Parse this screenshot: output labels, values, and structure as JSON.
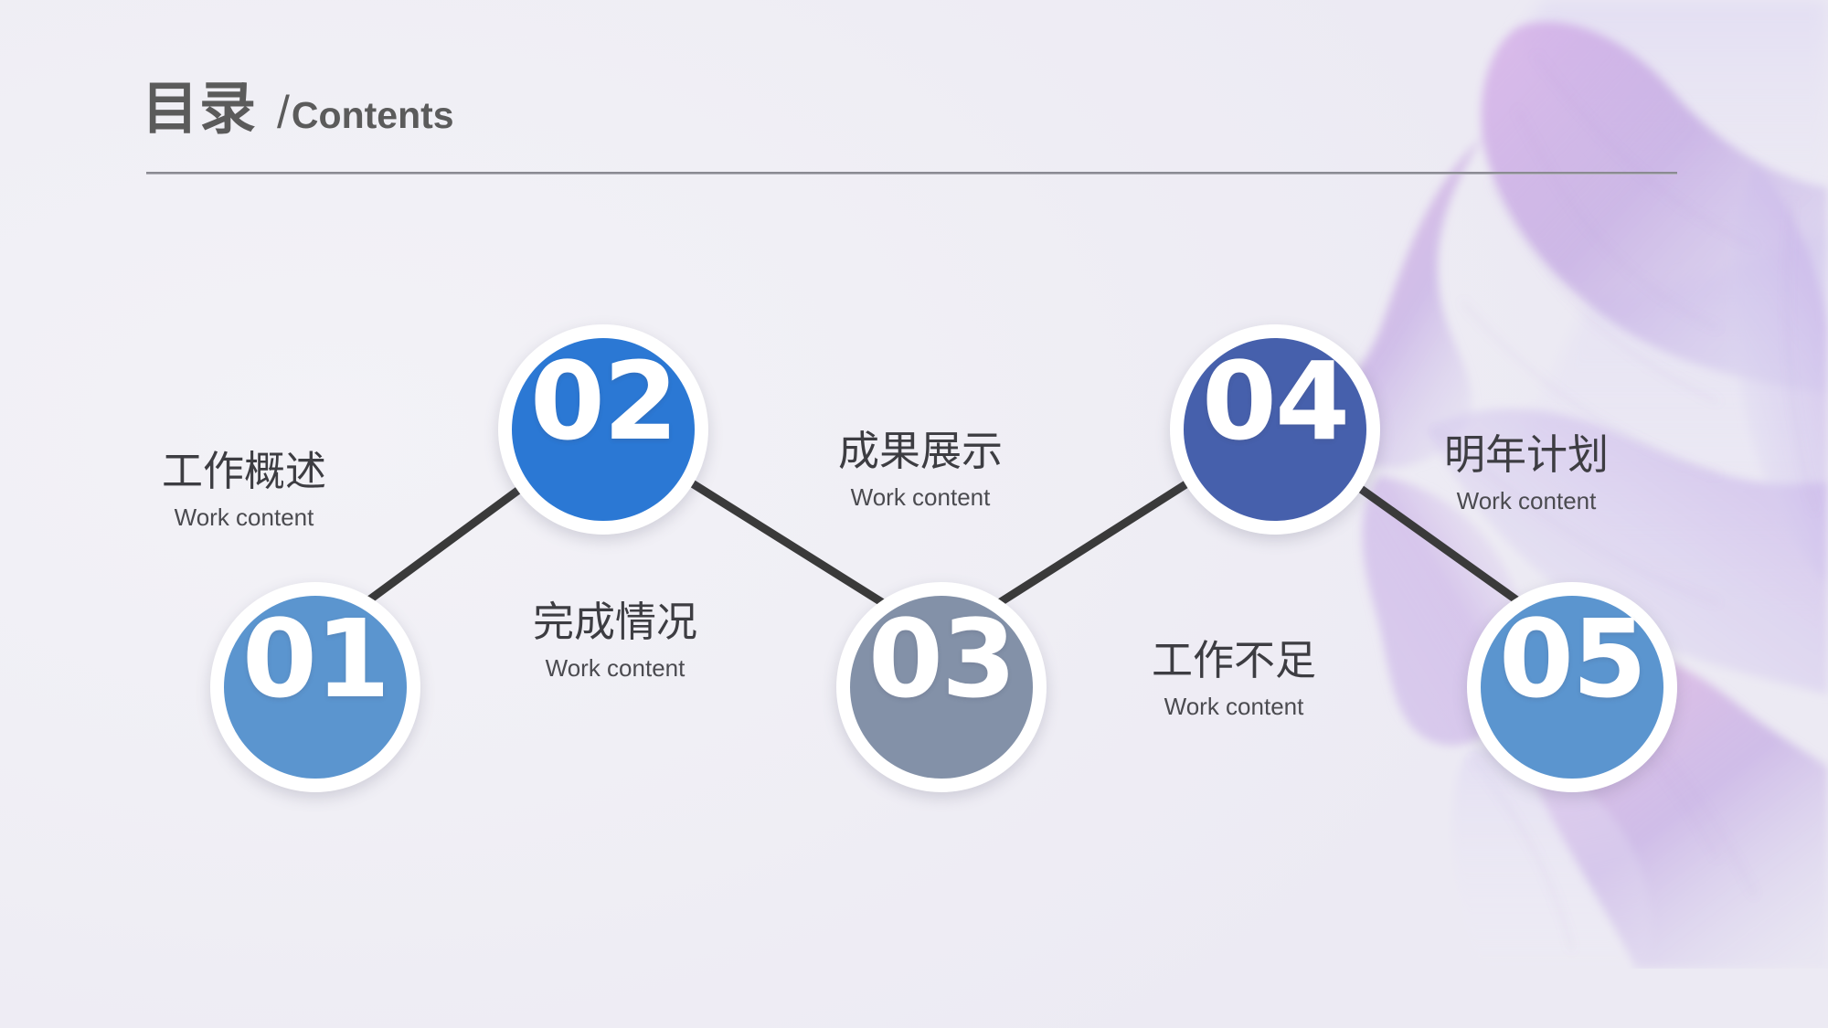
{
  "slide": {
    "background_color": "#f0eff5",
    "accent_line_color": "#8a8a92"
  },
  "header": {
    "title_cn": "目录",
    "separator": "/",
    "title_en": "Contents"
  },
  "items": [
    {
      "number": "01",
      "label_cn": "工作概述",
      "label_en": "Work content",
      "color": "#5b95cf"
    },
    {
      "number": "02",
      "label_cn": "完成情况",
      "label_en": "Work content",
      "color": "#2b78d4"
    },
    {
      "number": "03",
      "label_cn": "成果展示",
      "label_en": "Work content",
      "color": "#8391a8"
    },
    {
      "number": "04",
      "label_cn": "工作不足",
      "label_en": "Work content",
      "color": "#4660ac"
    },
    {
      "number": "05",
      "label_cn": "明年计划",
      "label_en": "Work content",
      "color": "#5b95cf"
    }
  ],
  "decoration": {
    "name": "floral-petal-artwork",
    "palette": [
      "#c9a8e8",
      "#b28ad9",
      "#e0b6e6",
      "#cfcbee",
      "#ded9f2"
    ]
  }
}
